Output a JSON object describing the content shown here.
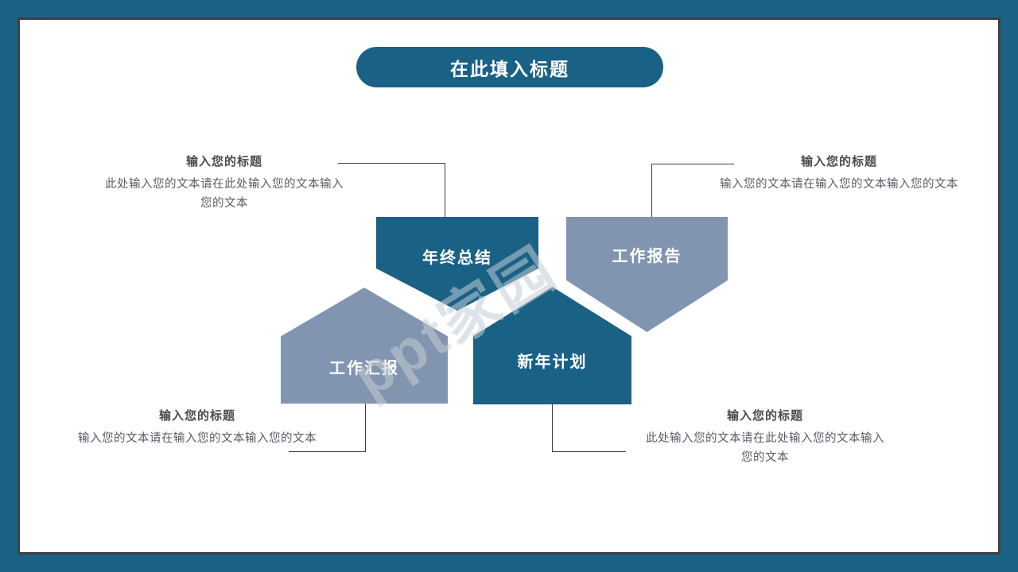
{
  "slide": {
    "title": "在此填入标题",
    "border_color": "#1A6186",
    "frame_color": "#3F3F41",
    "accent_dark": "#1A6186",
    "accent_light": "#8195B0",
    "watermark": "ppt家园"
  },
  "shapes": [
    {
      "id": "nianzhongzongjie",
      "label": "年终总结",
      "color": "#1A6186",
      "direction": "down"
    },
    {
      "id": "gongzuobaogao",
      "label": "工作报告",
      "color": "#8195B0",
      "direction": "down"
    },
    {
      "id": "gongzuohuibao",
      "label": "工作汇报",
      "color": "#8195B0",
      "direction": "up"
    },
    {
      "id": "xinnianjihua",
      "label": "新年计划",
      "color": "#1A6186",
      "direction": "up"
    }
  ],
  "callouts": [
    {
      "id": "top-left",
      "heading": "输入您的标题",
      "body": "此处输入您的文本请在此处输入您的文本输入您的文本"
    },
    {
      "id": "top-right",
      "heading": "输入您的标题",
      "body": "输入您的文本请在输入您的文本输入您的文本"
    },
    {
      "id": "bottom-left",
      "heading": "输入您的标题",
      "body": "输入您的文本请在输入您的文本输入您的文本"
    },
    {
      "id": "bottom-right",
      "heading": "输入您的标题",
      "body": "此处输入您的文本请在此处输入您的文本输入您的文本"
    }
  ]
}
